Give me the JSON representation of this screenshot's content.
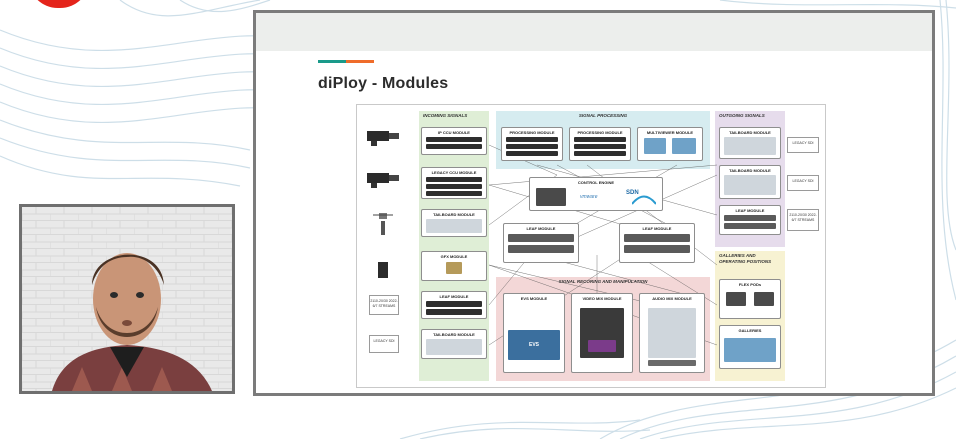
{
  "slide": {
    "title": "diPloy - Modules",
    "diagram": {
      "zones": {
        "incoming": "INCOMING SIGNALS",
        "processing": "SIGNAL PROCESSING",
        "outgoing": "OUTGOING SIGNALS",
        "recording": "SIGNAL RECORING AND MANIPULATION",
        "galleries": "GALLERIES AND OPERATING POSITIONS"
      },
      "incoming_modules": [
        "IP CCU MODULE",
        "LEGACY CCU MODULE",
        "TAILBOARD MODULE",
        "GFX MODULE",
        "LEAF MODULE",
        "TAILBOARD MODULE"
      ],
      "processing_modules": [
        "PROCESSING MODULE",
        "PROCESSING MODULE",
        "MULTIVIEWER MODULE"
      ],
      "control_engine": "CONTROL ENGINE",
      "control_engine_logos": [
        "vmware",
        "SDN"
      ],
      "center_leaves": [
        "LEAF MODULE",
        "LEAF MODULE"
      ],
      "recording_modules": [
        "EVS MODULE",
        "VIDEO MIX MODULE",
        "AUDIO MIX MODULE"
      ],
      "outgoing_modules": [
        "TAILBOARD MODULE",
        "TAILBOARD MODULE",
        "LEAF MODULE"
      ],
      "gallery_modules": [
        "FLEX PODs",
        "GALLERIES"
      ],
      "left_external": [
        "2110-20/30 2022-6/7 STREAMS",
        "LEGACY SDI"
      ],
      "right_external": [
        "LEGACY SDI",
        "LEGACY SDI",
        "2110-20/30 2022-6/7 STREAMS"
      ],
      "evs_logo": "EVS"
    }
  },
  "colors": {
    "incoming_zone": "#dfeed6",
    "processing_zone": "#d6ecf0",
    "outgoing_zone": "#e6dcec",
    "recording_zone": "#f3d7d7",
    "galleries_zone": "#f7f2d2",
    "brand_red": "#e4241b",
    "accent_teal": "#1a9a8a",
    "accent_orange": "#ef6c2a"
  }
}
